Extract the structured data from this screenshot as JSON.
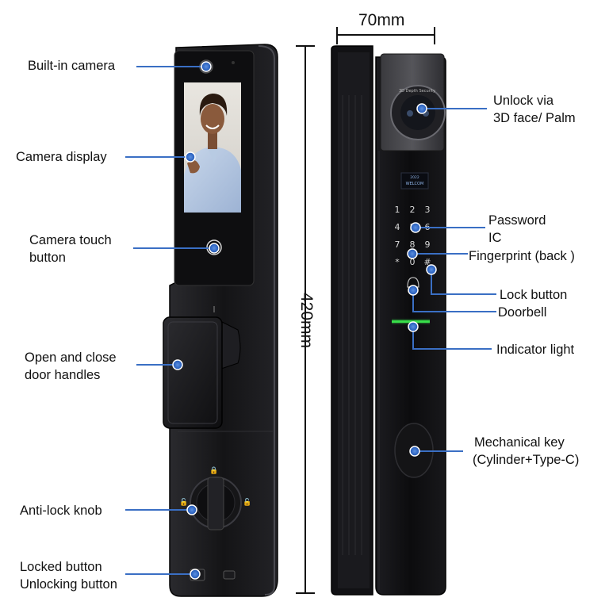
{
  "labels_left": {
    "built_in_camera": "Built-in camera",
    "camera_display": "Camera display",
    "camera_touch_1": "Camera touch",
    "camera_touch_2": "button",
    "handles_1": "Open and close",
    "handles_2": "door handles",
    "anti_lock": "Anti-lock knob",
    "locked_btn": "Locked button",
    "unlocking_btn": "Unlocking button"
  },
  "labels_right": {
    "unlock_1": "Unlock via",
    "unlock_2": "3D face/ Palm",
    "password_1": "Password",
    "password_2": "IC",
    "fingerprint": "Fingerprint (back )",
    "lock_button": "Lock button",
    "doorbell": "Doorbell",
    "indicator": "Indicator light",
    "mech_1": "Mechanical key",
    "mech_2": "(Cylinder+Type-C)"
  },
  "dimensions": {
    "width": "70mm",
    "height": "420mm"
  },
  "device": {
    "camera_module_text": "3D Depth Security",
    "screen_text_1": "2022",
    "screen_text_2": "WELCOM",
    "keypad": [
      "1",
      "2",
      "3",
      "4",
      "5",
      "6",
      "7",
      "8",
      "9",
      "*",
      "0",
      "#"
    ]
  },
  "colors": {
    "callout": "#3a6fc4",
    "dot_fill": "#3a74d0",
    "indicator": "#38e04a"
  }
}
